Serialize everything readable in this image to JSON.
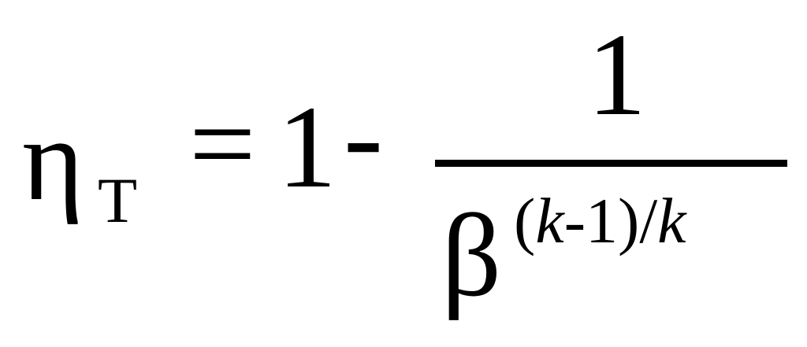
{
  "formula": {
    "lhs_symbol": "η",
    "lhs_subscript": "T",
    "equals": "=",
    "constant": "1",
    "operator": "-",
    "numerator": "1",
    "denominator_base": "β",
    "exp_open": "(",
    "exp_var1": "k",
    "exp_minus": "-",
    "exp_one": "1",
    "exp_close": ")",
    "exp_slash": "/",
    "exp_var2": "k"
  }
}
